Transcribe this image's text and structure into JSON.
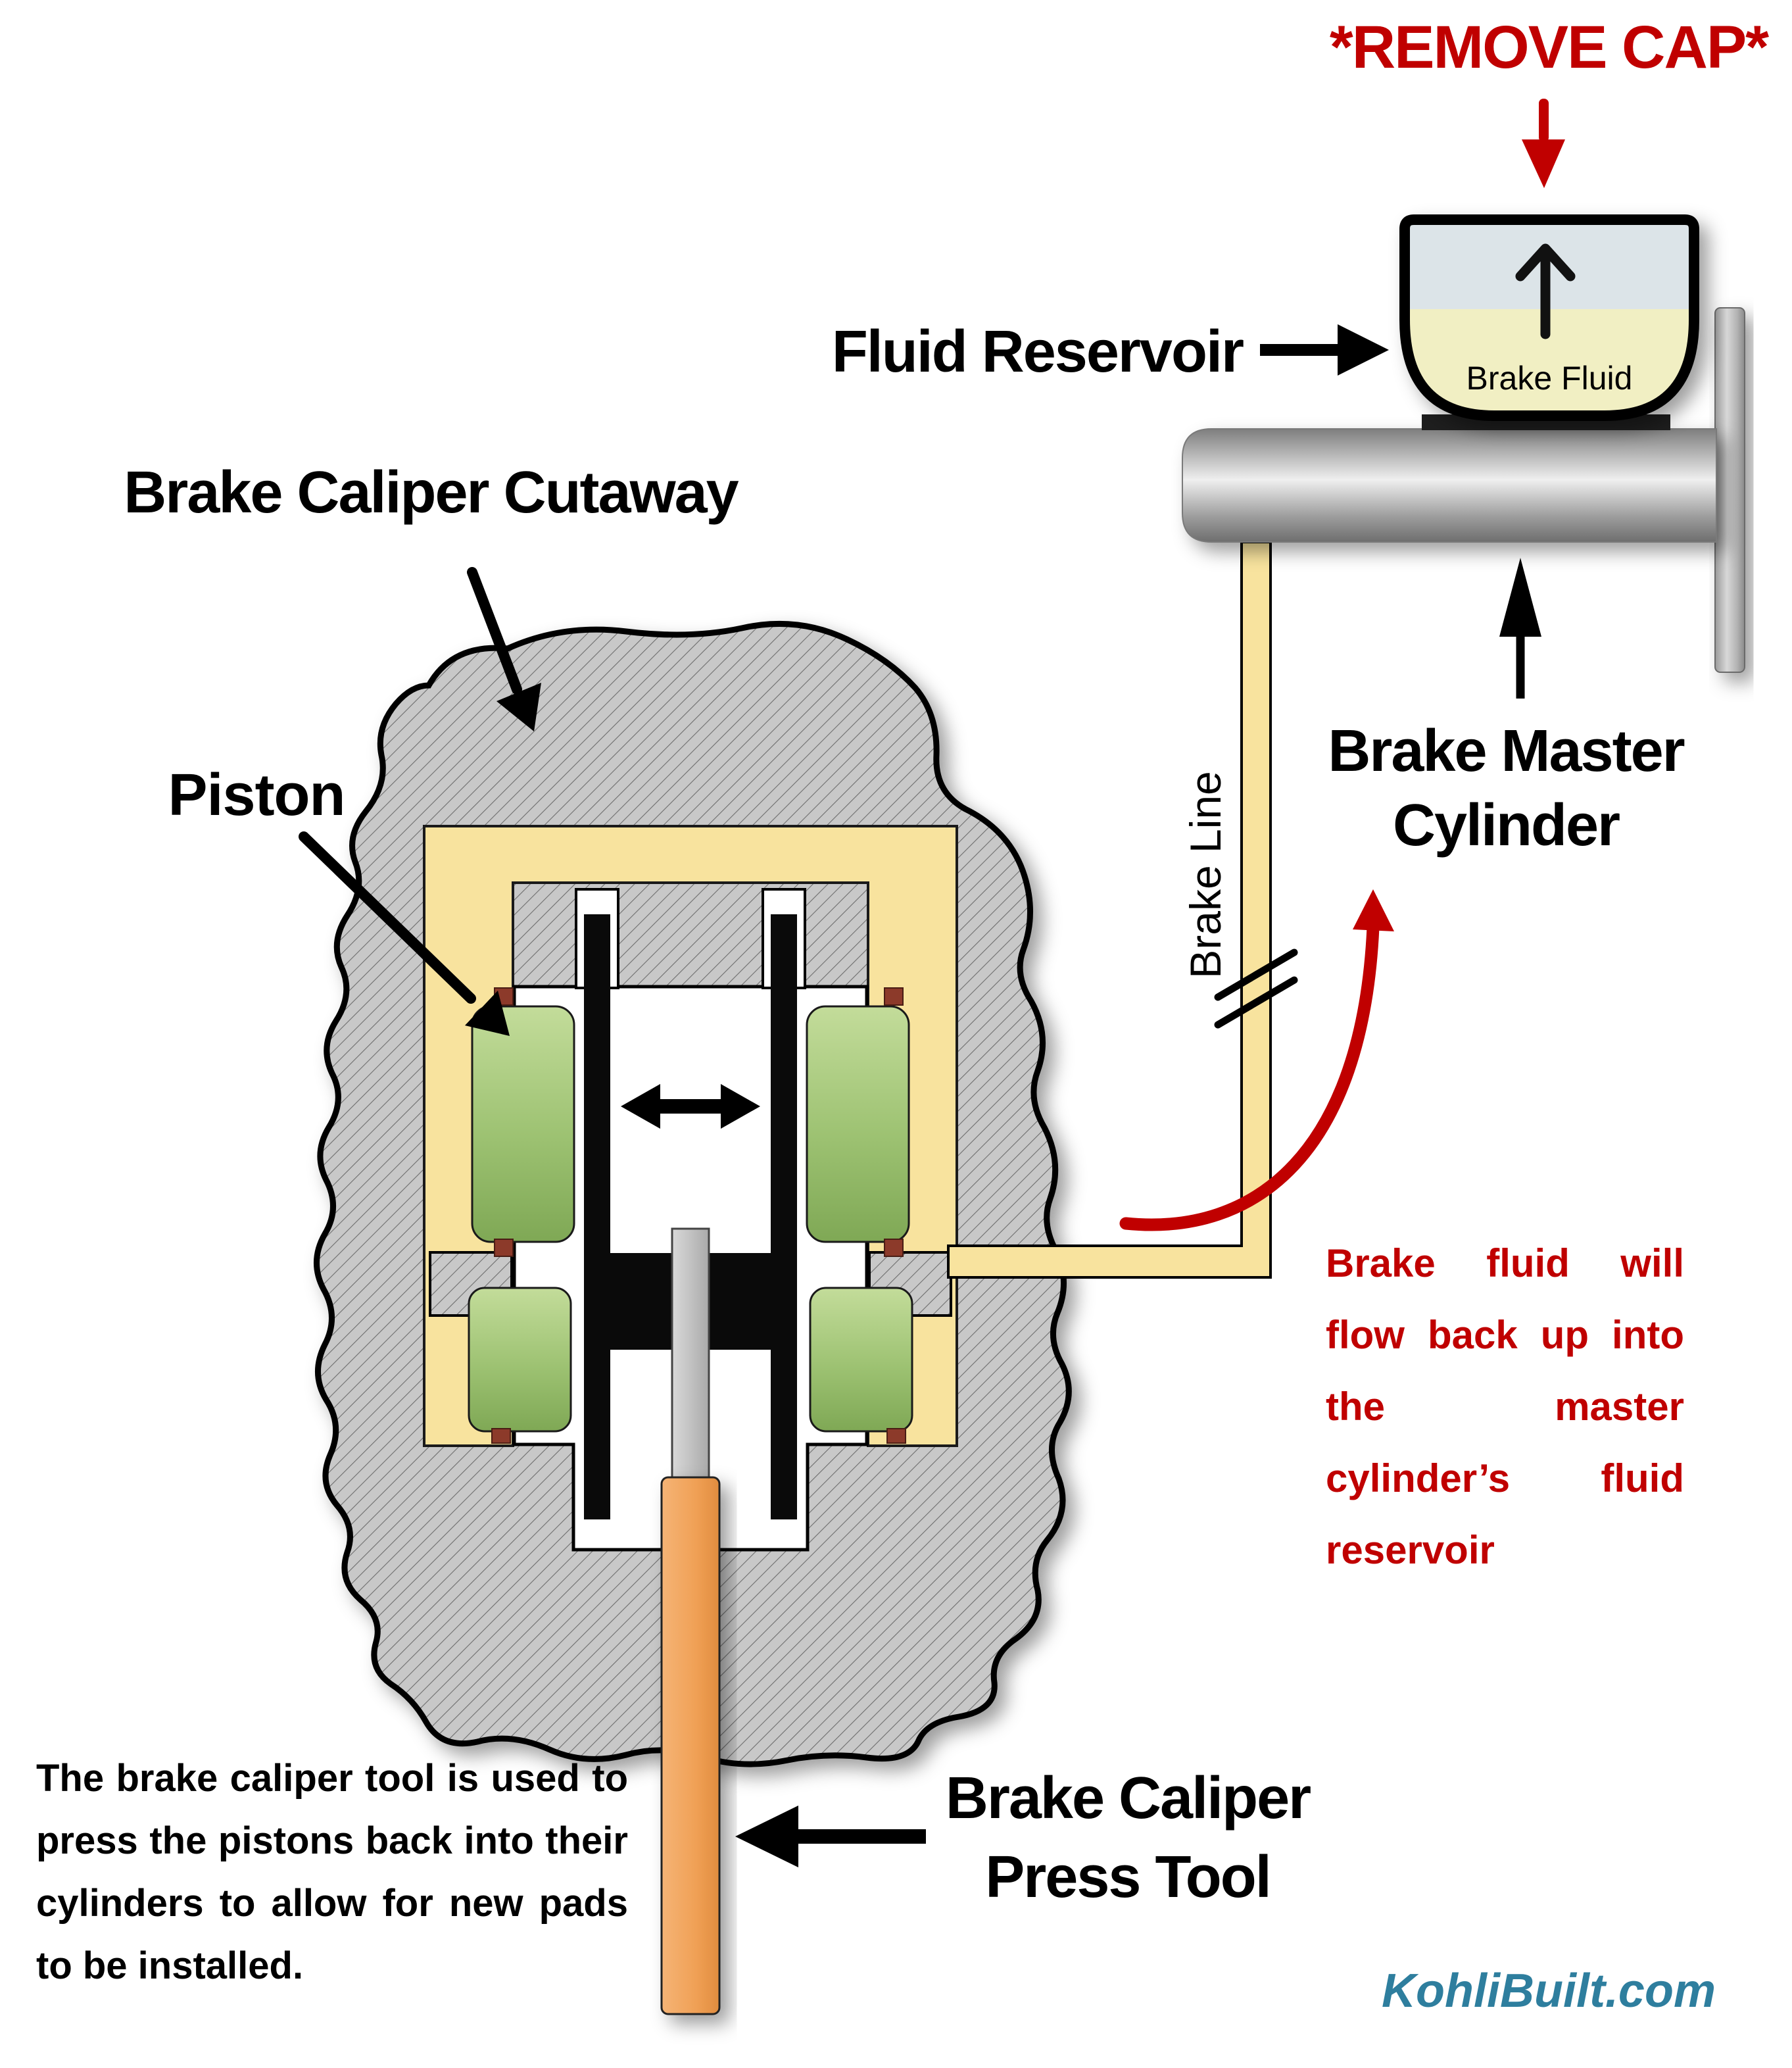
{
  "labels": {
    "remove_cap": "*REMOVE CAP*",
    "fluid_reservoir": "Fluid Reservoir",
    "brake_fluid": "Brake Fluid",
    "brake_caliper_cutaway": "Brake Caliper Cutaway",
    "piston": "Piston",
    "brake_line": "Brake Line",
    "brake_master_cylinder": [
      "Brake Master",
      "Cylinder"
    ],
    "brake_caliper_press_tool": [
      "Brake Caliper",
      "Press Tool"
    ]
  },
  "notes": {
    "flow_back": "Brake fluid will flow back up into the master cylinder’s fluid reservoir",
    "tool_usage": "The brake caliper tool is used to press the pistons back into their cylinders to allow for new pads to be installed."
  },
  "watermark": "KohliBuilt.com",
  "colors": {
    "warning_red": "#c00000",
    "fluid_yellow": "#f8e39e",
    "reservoir_fluid_yellow": "#f1efc3",
    "reservoir_air_blue": "#dce4e8",
    "piston_green_light": "#c3dc9a",
    "piston_green_dark": "#7fa855",
    "seal_red_brown": "#8c3a2a",
    "tool_orange": "#f0a055",
    "caliper_gray": "#c8c8c8",
    "watermark_teal": "#2e7e9e"
  }
}
